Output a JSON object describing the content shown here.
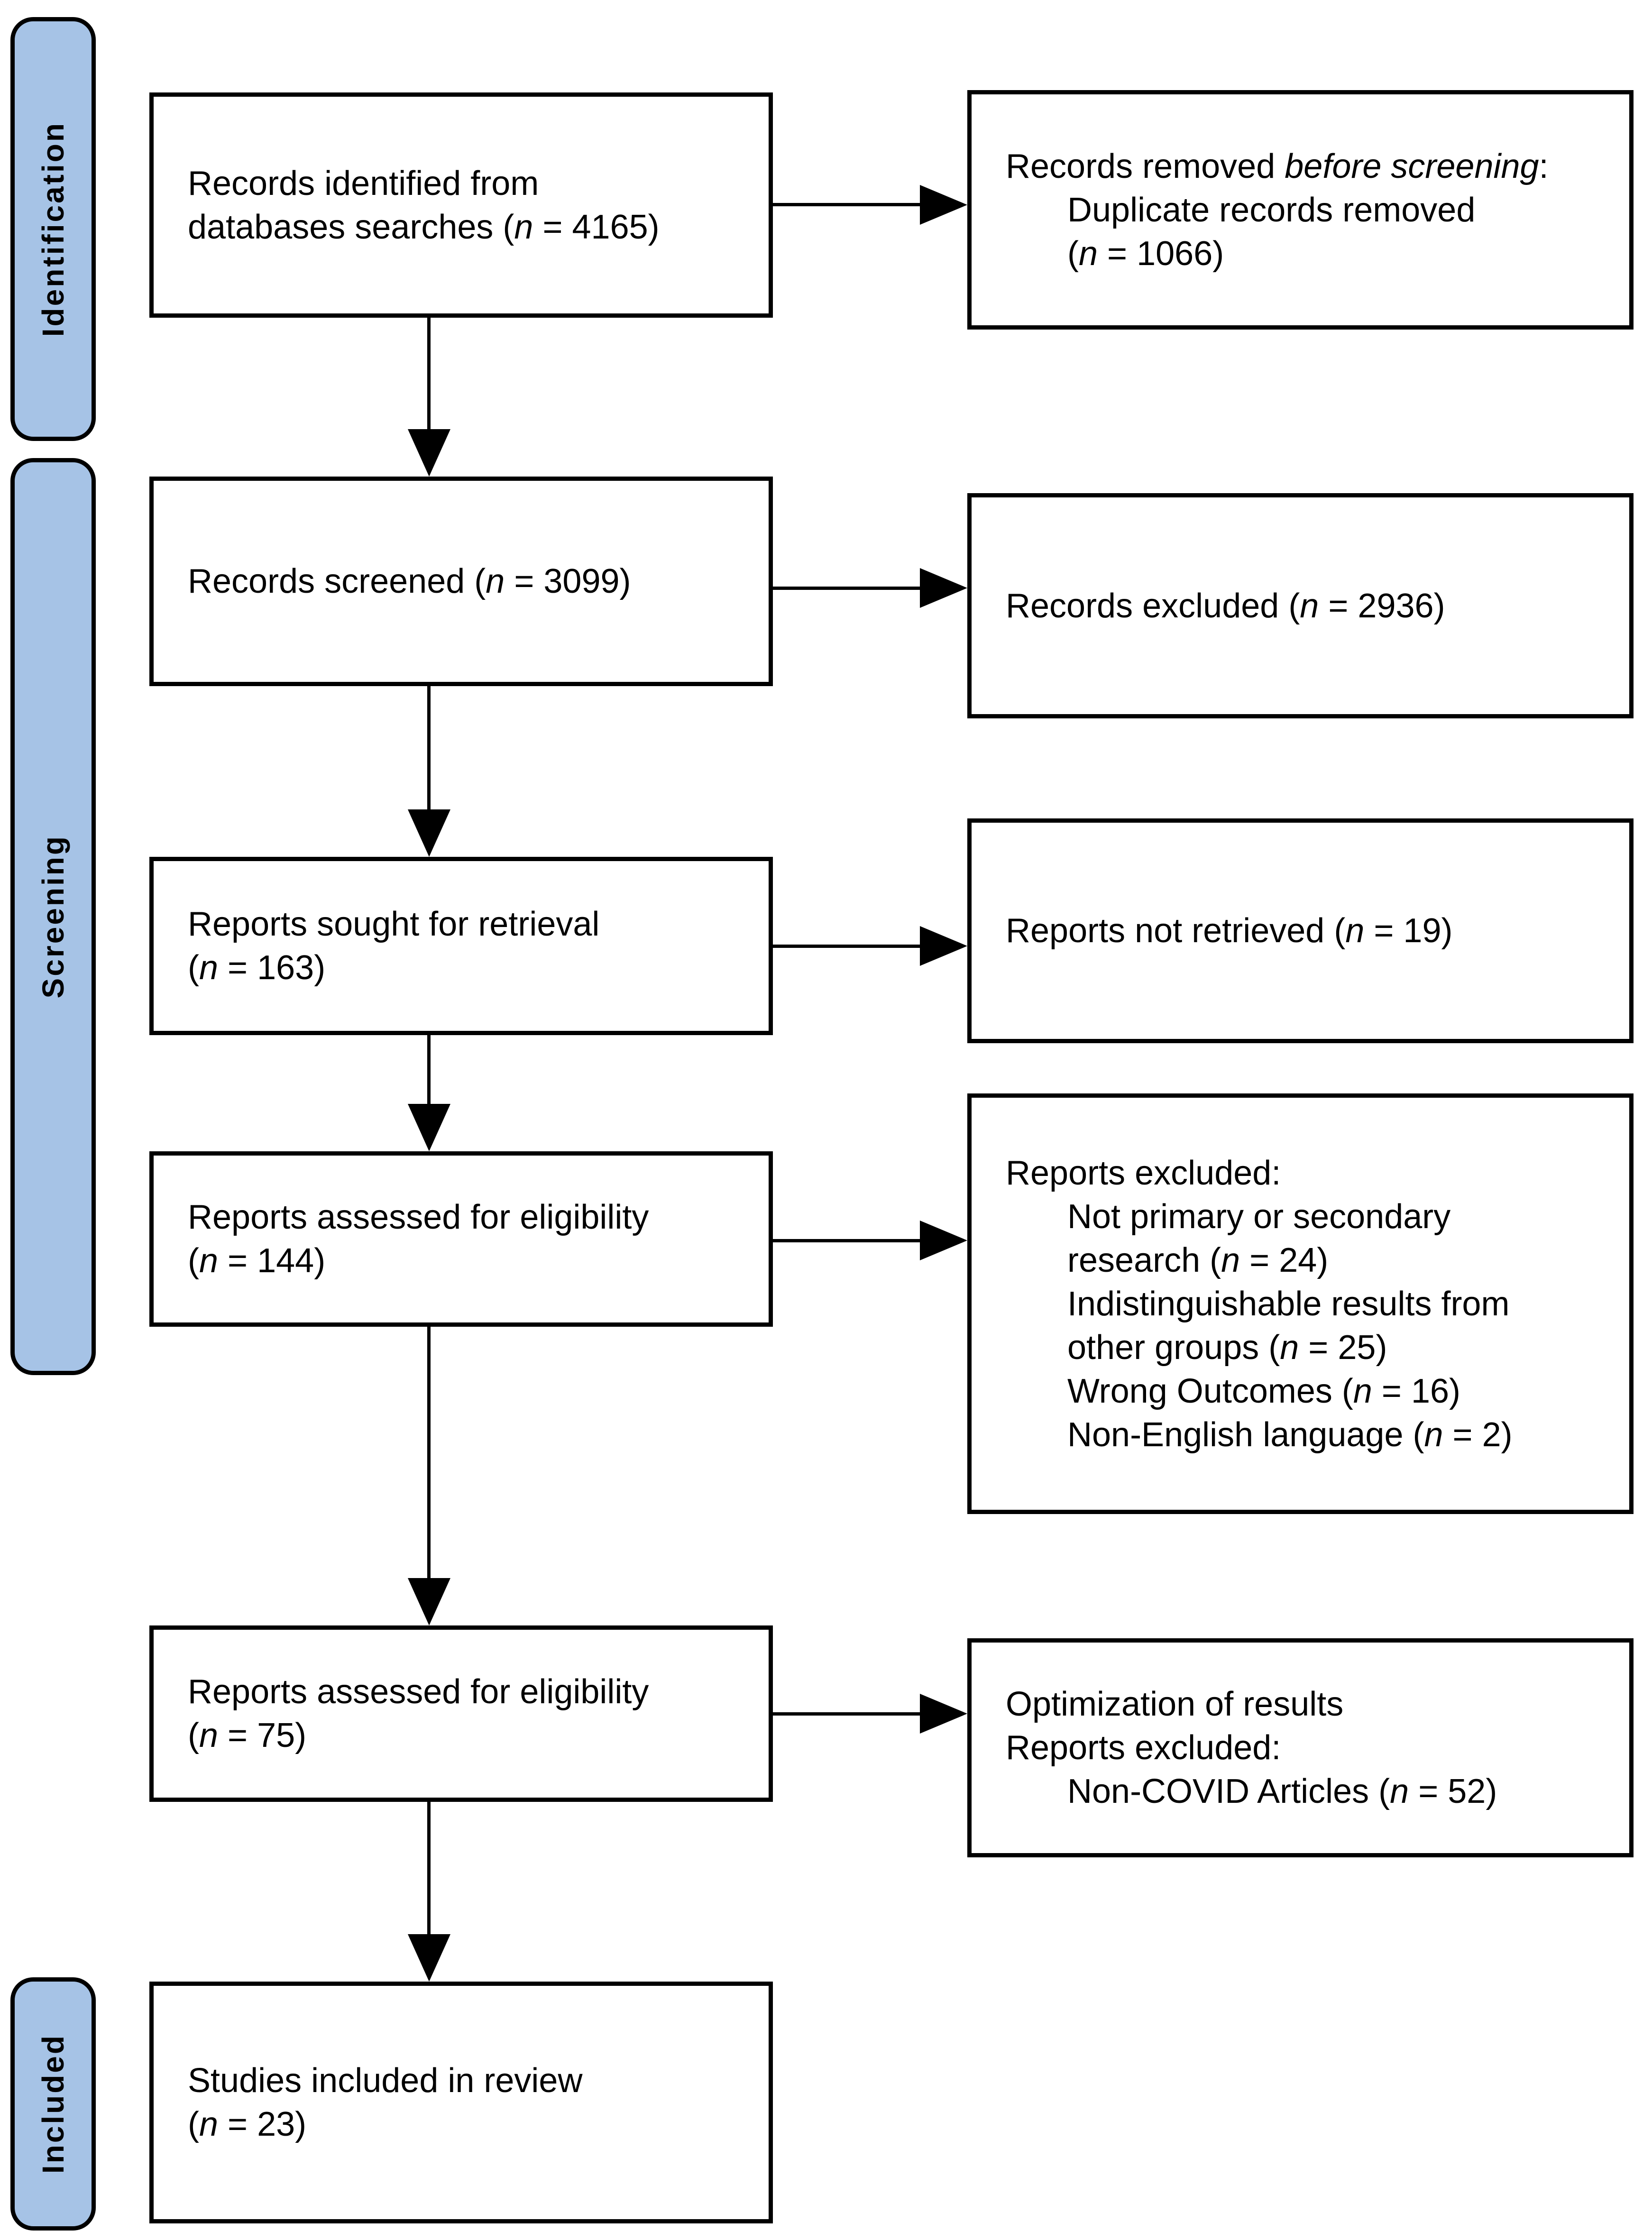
{
  "colors": {
    "stage_fill": "#a6c3e6",
    "box_border": "#000000",
    "background": "#ffffff",
    "text": "#000000"
  },
  "stages": [
    {
      "label": "Identification"
    },
    {
      "label": "Screening"
    },
    {
      "label": "Included"
    }
  ],
  "left_boxes": [
    {
      "id": "records-identified",
      "lines": [
        {
          "segments": [
            {
              "text": "Records identified from"
            }
          ]
        },
        {
          "segments": [
            {
              "text": "databases searches ("
            },
            {
              "text": "n",
              "italic": true
            },
            {
              "text": " = 4165)"
            }
          ]
        }
      ]
    },
    {
      "id": "records-screened",
      "lines": [
        {
          "segments": [
            {
              "text": "Records screened ("
            },
            {
              "text": "n",
              "italic": true
            },
            {
              "text": " = 3099)"
            }
          ]
        }
      ]
    },
    {
      "id": "reports-sought",
      "lines": [
        {
          "segments": [
            {
              "text": "Reports sought for retrieval"
            }
          ]
        },
        {
          "segments": [
            {
              "text": "("
            },
            {
              "text": "n",
              "italic": true
            },
            {
              "text": " = 163)"
            }
          ]
        }
      ]
    },
    {
      "id": "reports-assessed-eligibility-1",
      "lines": [
        {
          "segments": [
            {
              "text": "Reports assessed for eligibility"
            }
          ]
        },
        {
          "segments": [
            {
              "text": "("
            },
            {
              "text": "n",
              "italic": true
            },
            {
              "text": " = 144)"
            }
          ]
        }
      ]
    },
    {
      "id": "reports-assessed-eligibility-2",
      "lines": [
        {
          "segments": [
            {
              "text": "Reports assessed for eligibility"
            }
          ]
        },
        {
          "segments": [
            {
              "text": "("
            },
            {
              "text": "n",
              "italic": true
            },
            {
              "text": " = 75)"
            }
          ]
        }
      ]
    },
    {
      "id": "studies-included",
      "lines": [
        {
          "segments": [
            {
              "text": "Studies included in review"
            }
          ]
        },
        {
          "segments": [
            {
              "text": "("
            },
            {
              "text": "n",
              "italic": true
            },
            {
              "text": " = 23)"
            }
          ]
        }
      ]
    }
  ],
  "right_boxes": [
    {
      "id": "records-removed-before-screening",
      "lines": [
        {
          "segments": [
            {
              "text": "Records removed "
            },
            {
              "text": "before screening",
              "italic": true
            },
            {
              "text": ":"
            }
          ]
        },
        {
          "indent": true,
          "segments": [
            {
              "text": "Duplicate records removed"
            }
          ]
        },
        {
          "indent": true,
          "segments": [
            {
              "text": "("
            },
            {
              "text": "n",
              "italic": true
            },
            {
              "text": " = 1066)"
            }
          ]
        }
      ]
    },
    {
      "id": "records-excluded",
      "lines": [
        {
          "segments": [
            {
              "text": "Records excluded ("
            },
            {
              "text": "n",
              "italic": true
            },
            {
              "text": " = 2936)"
            }
          ]
        }
      ]
    },
    {
      "id": "reports-not-retrieved",
      "lines": [
        {
          "segments": [
            {
              "text": "Reports not retrieved ("
            },
            {
              "text": "n",
              "italic": true
            },
            {
              "text": " = 19)"
            }
          ]
        }
      ]
    },
    {
      "id": "reports-excluded",
      "lines": [
        {
          "segments": [
            {
              "text": "Reports excluded:"
            }
          ]
        },
        {
          "indent": true,
          "segments": [
            {
              "text": "Not primary or secondary"
            }
          ]
        },
        {
          "indent": true,
          "segments": [
            {
              "text": "research ("
            },
            {
              "text": "n",
              "italic": true
            },
            {
              "text": " = 24)"
            }
          ]
        },
        {
          "indent": true,
          "segments": [
            {
              "text": "Indistinguishable results from"
            }
          ]
        },
        {
          "indent": true,
          "segments": [
            {
              "text": "other groups ("
            },
            {
              "text": "n",
              "italic": true
            },
            {
              "text": " = 25)"
            }
          ]
        },
        {
          "indent": true,
          "segments": [
            {
              "text": "Wrong Outcomes ("
            },
            {
              "text": "n",
              "italic": true
            },
            {
              "text": " = 16)"
            }
          ]
        },
        {
          "indent": true,
          "segments": [
            {
              "text": "Non-English language ("
            },
            {
              "text": "n",
              "italic": true
            },
            {
              "text": " = 2)"
            }
          ]
        }
      ]
    },
    {
      "id": "optimization-reports-excluded",
      "lines": [
        {
          "segments": [
            {
              "text": "Optimization of results"
            }
          ]
        },
        {
          "segments": [
            {
              "text": "Reports excluded:"
            }
          ]
        },
        {
          "indent": true,
          "segments": [
            {
              "text": "Non-COVID Articles ("
            },
            {
              "text": "n",
              "italic": true
            },
            {
              "text": " = 52)"
            }
          ]
        }
      ]
    }
  ]
}
